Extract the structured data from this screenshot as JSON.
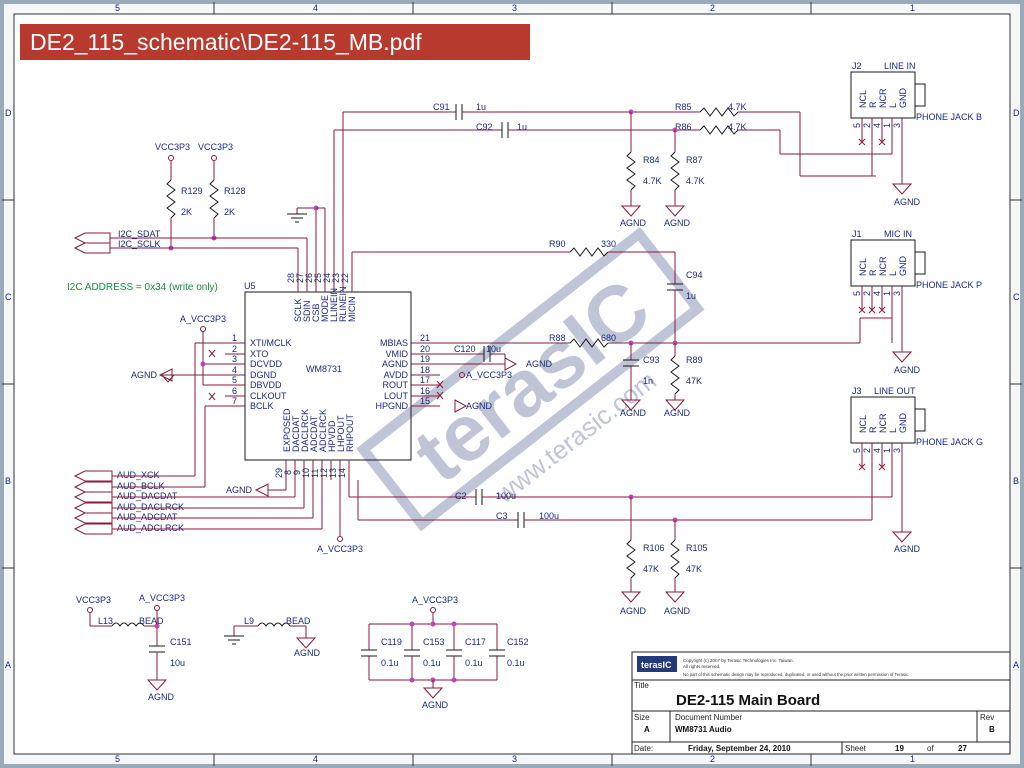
{
  "banner": "DE2_115_schematic\\DE2-115_MB.pdf",
  "border": {
    "cols_top": [
      "5",
      "4",
      "3",
      "2",
      "1"
    ],
    "rows": [
      "D",
      "C",
      "B",
      "A"
    ]
  },
  "power": {
    "vcc3p3": "VCC3P3",
    "a_vcc3p3": "A_VCC3P3",
    "agnd": "AGND"
  },
  "i2c": {
    "sdat": "I2C_SDAT",
    "sclk": "I2C_SCLK",
    "address_note": "I2C ADDRESS = 0x34 (write only)"
  },
  "chip": {
    "ref": "U5",
    "name": "WM8731",
    "left_pins": [
      {
        "num": "1",
        "name": "XTI/MCLK"
      },
      {
        "num": "2",
        "name": "XTO"
      },
      {
        "num": "3",
        "name": "DCVDD"
      },
      {
        "num": "4",
        "name": "DGND"
      },
      {
        "num": "5",
        "name": "DBVDD"
      },
      {
        "num": "6",
        "name": "CLKOUT"
      },
      {
        "num": "7",
        "name": "BCLK"
      }
    ],
    "right_pins": [
      {
        "num": "21",
        "name": "MBIAS"
      },
      {
        "num": "20",
        "name": "VMID"
      },
      {
        "num": "19",
        "name": "AGND"
      },
      {
        "num": "18",
        "name": "AVDD"
      },
      {
        "num": "17",
        "name": "ROUT"
      },
      {
        "num": "16",
        "name": "LOUT"
      },
      {
        "num": "15",
        "name": "HPGND"
      }
    ],
    "top_pins": [
      {
        "num": "28",
        "name": "SCLK"
      },
      {
        "num": "27",
        "name": "SDIN"
      },
      {
        "num": "26",
        "name": "CSB"
      },
      {
        "num": "25",
        "name": "MODE"
      },
      {
        "num": "24",
        "name": "LLINEIN"
      },
      {
        "num": "23",
        "name": "RLINEIN"
      },
      {
        "num": "22",
        "name": "MICIN"
      }
    ],
    "bottom_pins": [
      {
        "num": "29",
        "name": "EXPOSED"
      },
      {
        "num": "8",
        "name": "DACDAT"
      },
      {
        "num": "9",
        "name": "DACLRCK"
      },
      {
        "num": "10",
        "name": "ADCDAT"
      },
      {
        "num": "11",
        "name": "ADCLRCK"
      },
      {
        "num": "12",
        "name": "HPVDD"
      },
      {
        "num": "13",
        "name": "LHPOUT"
      },
      {
        "num": "14",
        "name": "RHPOUT"
      }
    ]
  },
  "aud_signals": [
    "AUD_XCK",
    "AUD_BCLK",
    "AUD_DACDAT",
    "AUD_DACLRCK",
    "AUD_ADCDAT",
    "AUD_ADCLRCK"
  ],
  "resistors": {
    "r129": {
      "ref": "R129",
      "val": "2K"
    },
    "r128": {
      "ref": "R128",
      "val": "2K"
    },
    "r85": {
      "ref": "R85",
      "val": "4.7K"
    },
    "r86": {
      "ref": "R86",
      "val": "4.7K"
    },
    "r84": {
      "ref": "R84",
      "val": "4.7K"
    },
    "r87": {
      "ref": "R87",
      "val": "4.7K"
    },
    "r90": {
      "ref": "R90",
      "val": "330"
    },
    "r88": {
      "ref": "R88",
      "val": "680"
    },
    "r89": {
      "ref": "R89",
      "val": "47K"
    },
    "r106": {
      "ref": "R106",
      "val": "47K"
    },
    "r105": {
      "ref": "R105",
      "val": "47K"
    }
  },
  "capacitors": {
    "c91": {
      "ref": "C91",
      "val": "1u"
    },
    "c92": {
      "ref": "C92",
      "val": "1u"
    },
    "c94": {
      "ref": "C94",
      "val": "1u"
    },
    "c120": {
      "ref": "C120",
      "val": "10u"
    },
    "c93": {
      "ref": "C93",
      "val": "1n"
    },
    "c2": {
      "ref": "C2",
      "val": "100u"
    },
    "c3": {
      "ref": "C3",
      "val": "100u"
    },
    "c151": {
      "ref": "C151",
      "val": "10u"
    },
    "c119": {
      "ref": "C119",
      "val": "0.1u"
    },
    "c153": {
      "ref": "C153",
      "val": "0.1u"
    },
    "c117": {
      "ref": "C117",
      "val": "0.1u"
    },
    "c152": {
      "ref": "C152",
      "val": "0.1u"
    }
  },
  "inductors": {
    "l13": {
      "ref": "L13",
      "val": "BEAD"
    },
    "l9": {
      "ref": "L9",
      "val": "BEAD"
    }
  },
  "jacks": [
    {
      "ref": "J2",
      "title": "LINE IN",
      "label": "PHONE JACK B",
      "pins": [
        "NCL",
        "R",
        "NCR",
        "L",
        "GND"
      ],
      "nums": [
        "5",
        "2",
        "4",
        "1",
        "3"
      ]
    },
    {
      "ref": "J1",
      "title": "MIC IN",
      "label": "PHONE JACK P",
      "pins": [
        "NCL",
        "R",
        "NCR",
        "L",
        "GND"
      ],
      "nums": [
        "5",
        "2",
        "4",
        "1",
        "3"
      ]
    },
    {
      "ref": "J3",
      "title": "LINE OUT",
      "label": "PHONE JACK G",
      "pins": [
        "NCL",
        "R",
        "NCR",
        "L",
        "GND"
      ],
      "nums": [
        "5",
        "2",
        "4",
        "1",
        "3"
      ]
    }
  ],
  "watermark": {
    "brand": "terasIC",
    "url": "www.terasic.com"
  },
  "title_block": {
    "logo": "terasIC",
    "copyright": "Copyright (c) 2007 by Terasic Technologies Inc. Taiwan.",
    "rights": "All rights reserved.",
    "notice": "No part of this schematic design may be reproduced, duplicated, or used without the prior written permission of Terasic.",
    "title_label": "Title",
    "title": "DE2-115 Main Board",
    "size_label": "Size",
    "size": "A",
    "docnum_label": "Document Number",
    "docnum": "WM8731 Audio",
    "rev_label": "Rev",
    "rev": "B",
    "date_label": "Date:",
    "date": "Friday, September 24, 2010",
    "sheet_label": "Sheet",
    "sheet": "19",
    "of_label": "of",
    "total": "27"
  }
}
